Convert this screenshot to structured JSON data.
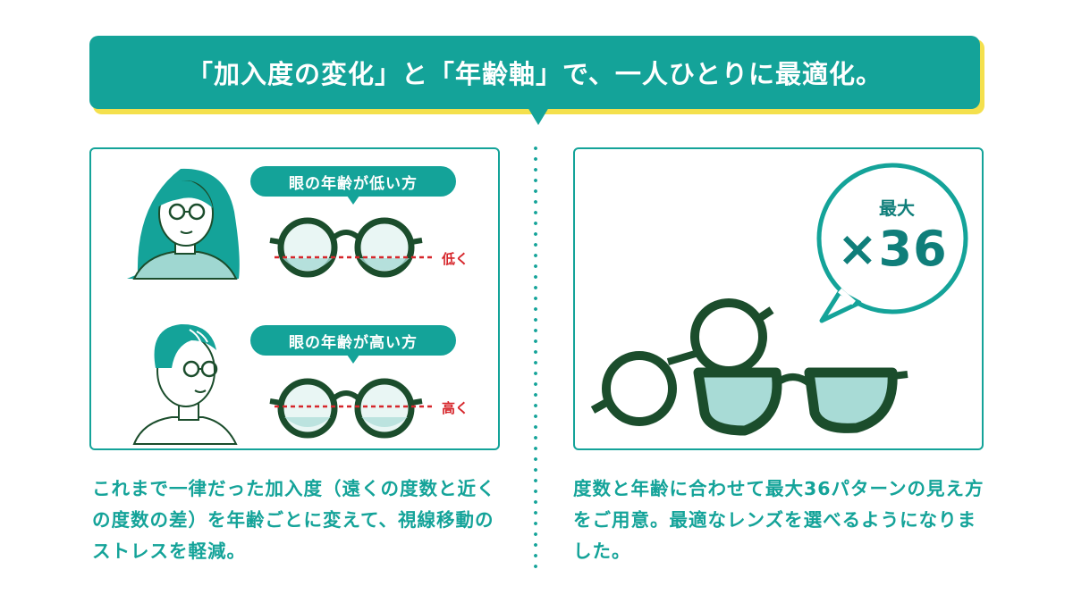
{
  "header": {
    "title": "「加入度の変化」と「年齢軸」で、一人ひとりに最適化。"
  },
  "left_panel": {
    "low_age_label": "眼の年齢が低い方",
    "low_tag": "低く",
    "high_age_label": "眼の年齢が高い方",
    "high_tag": "高く"
  },
  "right_panel": {
    "bubble_label": "最大",
    "bubble_value": "×36"
  },
  "descriptions": {
    "left_text": "これまで一律だった加入度（遠くの度数と近くの度数の差）を年齢ごとに変えて、視線移動のストレスを軽減。",
    "right_text": "度数と年齢に合わせて最大36パターンの見え方をご用意。最適なレンズを選べるようになりました。"
  },
  "colors": {
    "teal": "#14a399",
    "dark_green": "#1b4d2c",
    "yellow_shadow": "#f4e04d",
    "red": "#d6262b",
    "lens_tint": "#a8dbd6"
  },
  "icons": [
    "woman-illustration",
    "elderly-man-illustration",
    "round-glasses-icon",
    "speech-bubble-icon",
    "glasses-group-illustration"
  ]
}
